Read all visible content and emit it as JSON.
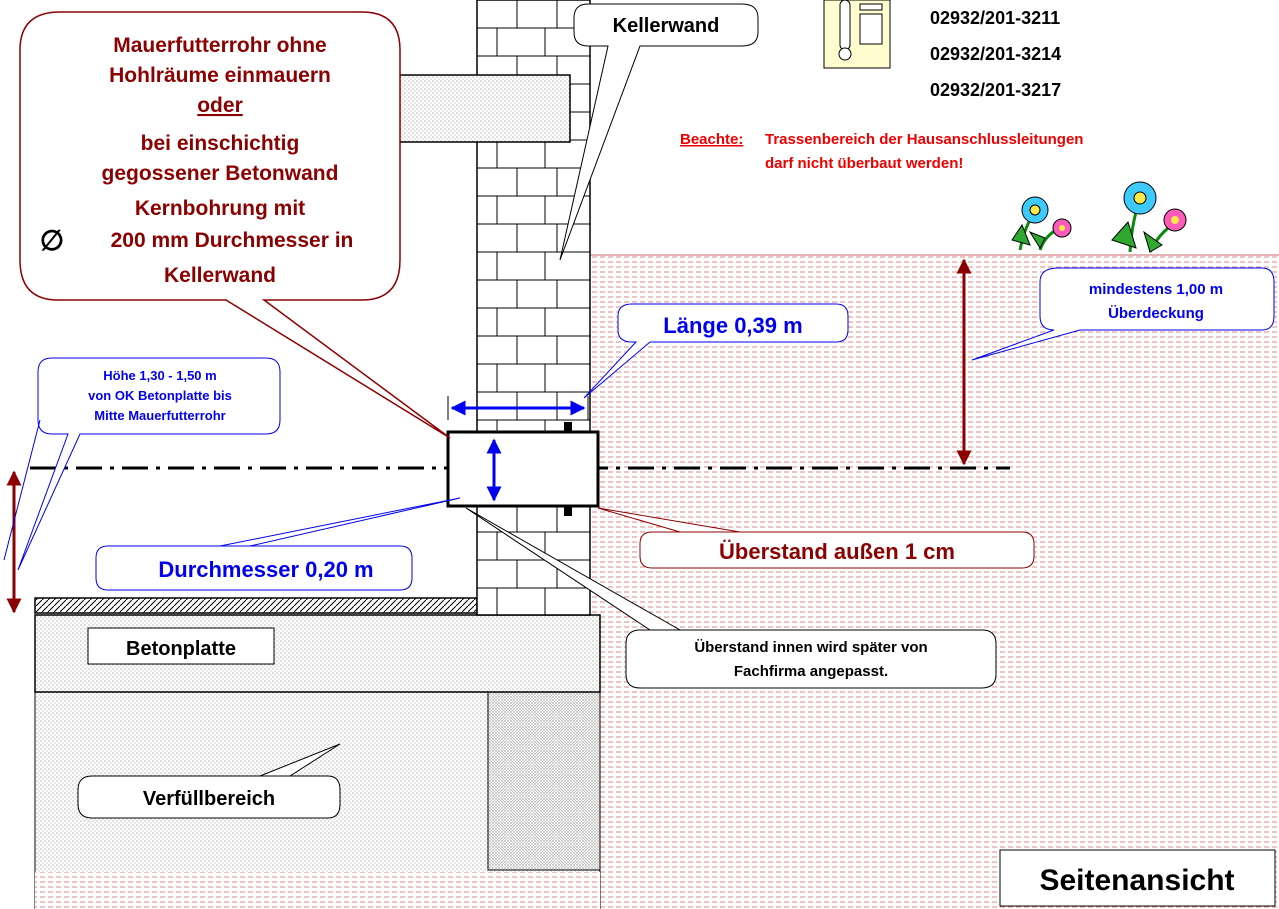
{
  "colors": {
    "dark_red": "#8b0000",
    "blue": "#0000ee",
    "red": "#ee0000",
    "soil_red": "#c86464",
    "outline": "#000000"
  },
  "icons": [
    "phone-thermometer-icon",
    "flower-icon"
  ],
  "callout_main": {
    "lines": [
      "Mauerfutterrohr ohne",
      "Hohlräume einmauern",
      "oder",
      "bei einschichtig",
      "gegossener Betonwand",
      "Kernbohrung mit",
      "200 mm Durchmesser in",
      "Kellerwand"
    ],
    "diameter_symbol": "∅"
  },
  "kellerwand": "Kellerwand",
  "phones": [
    "02932/201-3211",
    "02932/201-3214",
    "02932/201-3217"
  ],
  "beachte": {
    "label": "Beachte:",
    "lines": [
      "Trassenbereich der Hausanschlussleitungen",
      "darf nicht überbaut werden!"
    ]
  },
  "laenge": "Länge 0,39 m",
  "ueberdeckung": {
    "lines": [
      "mindestens 1,00 m",
      "Überdeckung"
    ]
  },
  "hoehe": {
    "lines": [
      "Höhe 1,30 - 1,50 m",
      "von OK Betonplatte  bis",
      "Mitte Mauerfutterrohr"
    ]
  },
  "durchmesser": "Durchmesser 0,20 m",
  "ueberstand_aussen": "Überstand außen 1 cm",
  "ueberstand_innen": {
    "lines": [
      "Überstand innen wird später von",
      "Fachfirma angepasst."
    ]
  },
  "betonplatte": "Betonplatte",
  "verfuellbereich": "Verfüllbereich",
  "seitenansicht": "Seitenansicht"
}
